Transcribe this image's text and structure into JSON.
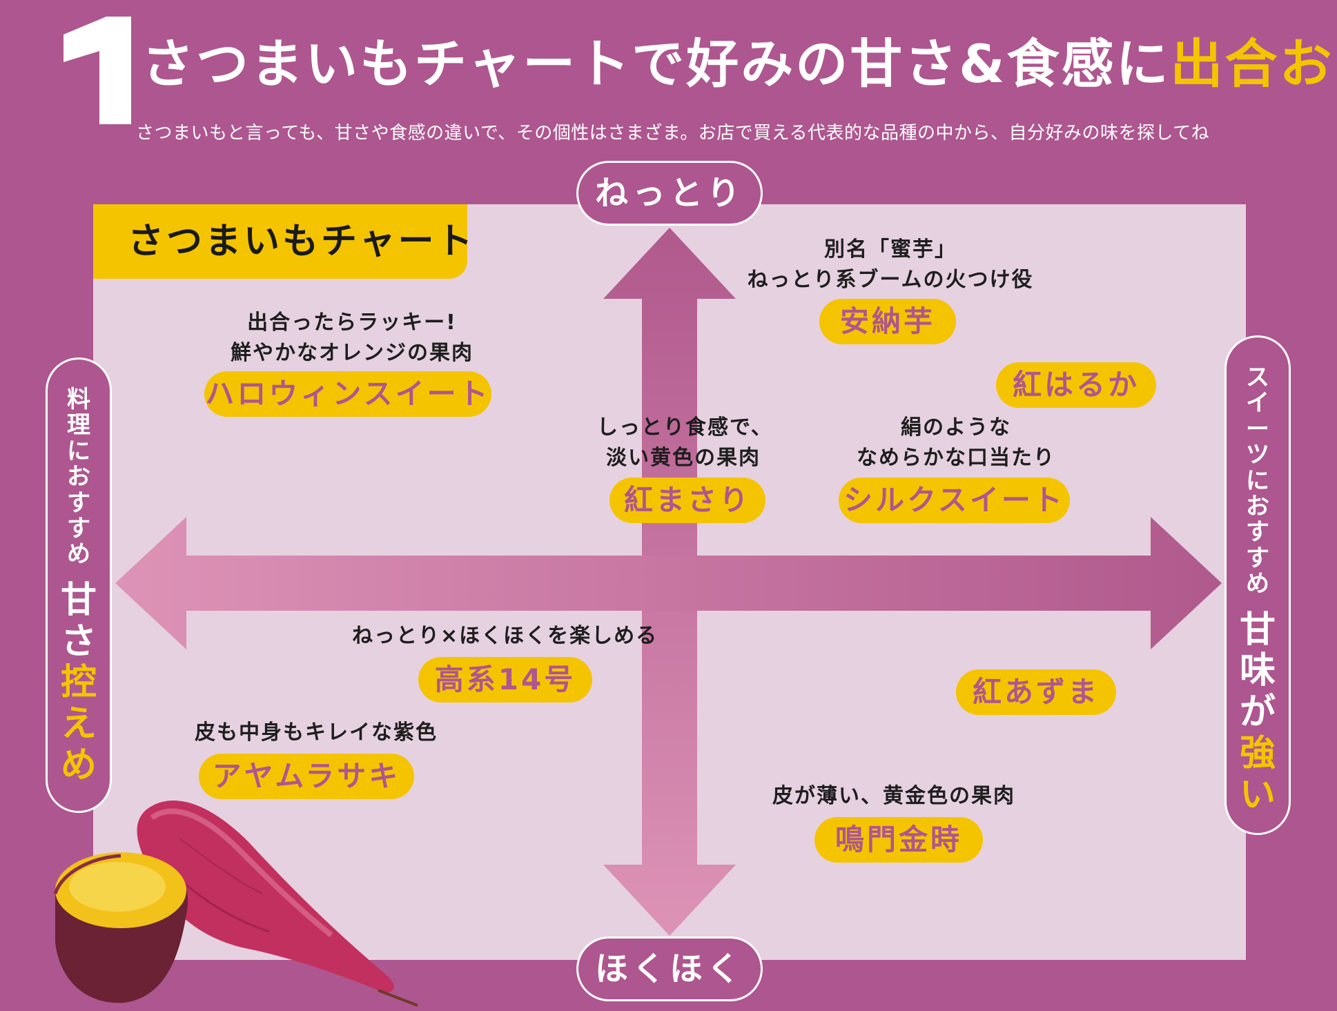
{
  "header": {
    "number": "1",
    "title_main": "さつまいもチャートで好みの甘さ&食感に",
    "title_highlight": "出合おう",
    "subtitle": "さつまいもと言っても、甘さや食感の違いで、その個性はさまざま。お店で買える代表的な品種の中から、自分好みの味を探してね"
  },
  "chart": {
    "tag": "さつまいもチャート",
    "axis_top": "ねっとり",
    "axis_bottom": "ほくほく",
    "axis_left_small": [
      "料",
      "理",
      "に",
      "お",
      "す",
      "す",
      "め"
    ],
    "axis_left_big": [
      "甘",
      "さ",
      "控",
      "え",
      "め"
    ],
    "axis_right_small": [
      "ス",
      "イ",
      "ー",
      "ツ",
      "に",
      "お",
      "す",
      "す",
      "め"
    ],
    "axis_right_big": [
      "甘",
      "味",
      "が",
      "強",
      "い"
    ]
  },
  "varieties": {
    "halloween": {
      "desc1": "出合ったらラッキー!",
      "desc2": "鮮やかなオレンジの果肉",
      "name": "ハロウィンスイート"
    },
    "annou": {
      "desc1": "別名「蜜芋」",
      "desc2": "ねっとり系ブームの火つけ役",
      "name": "安納芋"
    },
    "beniharuka": {
      "name": "紅はるか"
    },
    "benimasari": {
      "desc1": "しっとり食感で、",
      "desc2": "淡い黄色の果肉",
      "name": "紅まさり"
    },
    "silksweet": {
      "desc1": "絹のような",
      "desc2": "なめらかな口当たり",
      "name": "シルクスイート"
    },
    "koukei14": {
      "desc1": "ねっとり×ほくほくを楽しめる",
      "name": "高系14号"
    },
    "beniazuma": {
      "name": "紅あずま"
    },
    "ayamurasaki": {
      "desc1": "皮も中身もキレイな紫色",
      "name": "アヤムラサキ"
    },
    "narutokintoki": {
      "desc1": "皮が薄い、黄金色の果肉",
      "name": "鳴門金時"
    }
  },
  "colors": {
    "background": "#ae568f",
    "panel": "#e6d1e0",
    "accent_yellow": "#f5c400",
    "arrow_light": "#dd93b6",
    "arrow_dark": "#b0598d"
  },
  "icons": {
    "potato": "sweet-potato-illustration",
    "arrow": "double-headed-arrow"
  }
}
